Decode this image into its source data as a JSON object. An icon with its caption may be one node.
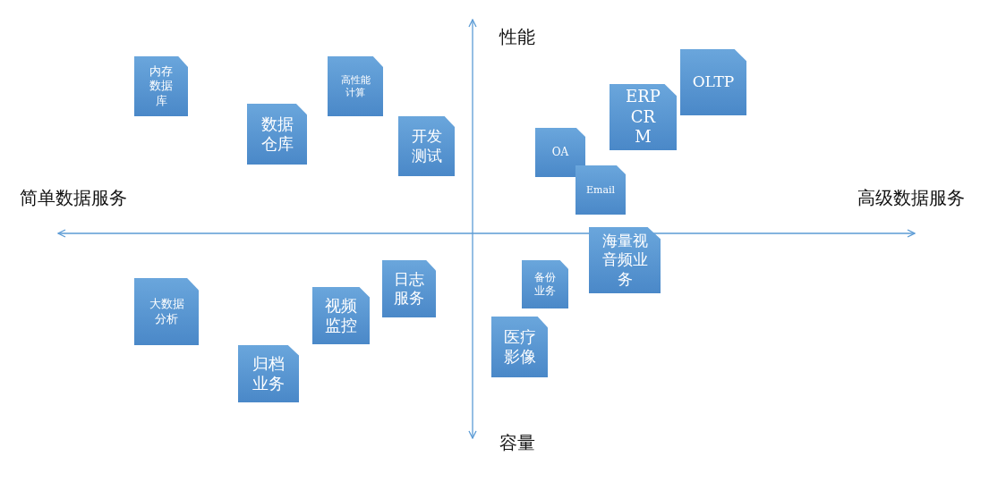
{
  "diagram": {
    "nodes": [
      {
        "text": [
          "内存数据库"
        ]
      },
      {
        "text": [
          "高性能计算"
        ]
      },
      {
        "text": [
          "数据仓库"
        ]
      },
      {
        "text": [
          "开发测试"
        ]
      },
      {
        "text": [
          "OLTP"
        ]
      },
      {
        "text": [
          "ERP CRM"
        ]
      },
      {
        "text": [
          "OA"
        ]
      },
      {
        "text": [
          "Email"
        ]
      },
      {
        "text": [
          "海量视音频业务"
        ]
      },
      {
        "text": [
          "日志服务"
        ]
      },
      {
        "text": [
          "备份业务"
        ]
      },
      {
        "text": [
          "大数据分析"
        ]
      },
      {
        "text": [
          "视频监控"
        ]
      },
      {
        "text": [
          "医疗影像"
        ]
      },
      {
        "text": [
          "归档业务"
        ]
      }
    ],
    "labels": [
      "性能",
      "简单数据服务",
      "高级数据服务",
      "容量"
    ]
  }
}
